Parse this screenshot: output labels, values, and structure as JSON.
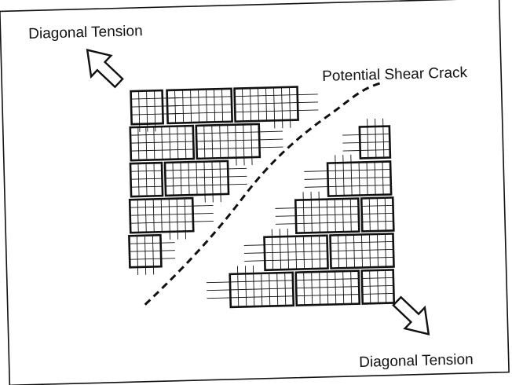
{
  "labels": {
    "tension_top": "Diagonal Tension",
    "crack": "Potential Shear Crack",
    "tension_bottom": "Diagonal Tension"
  },
  "icons": {
    "arrow_top": "arrow-up-left-icon",
    "arrow_bottom": "arrow-down-right-icon"
  },
  "colors": {
    "ink": "#111111",
    "background": "#ffffff"
  }
}
